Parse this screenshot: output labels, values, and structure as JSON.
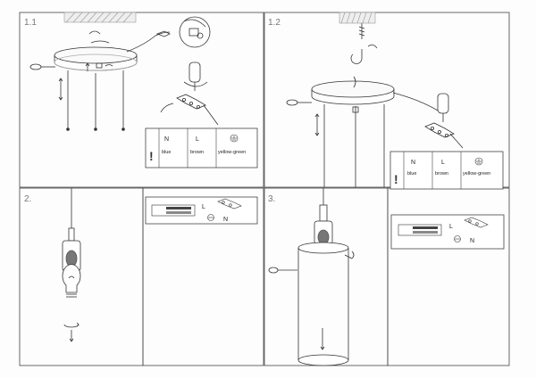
{
  "steps": {
    "s11": "1.1",
    "s12": "1.2",
    "s2": "2.",
    "s3": "3."
  },
  "wiring_table": {
    "neutral_letter": "N",
    "live_letter": "L",
    "neutral_color": "blue",
    "live_color": "brown",
    "earth_color": "yellow-green",
    "warning": "!"
  },
  "terminal": {
    "live": "L",
    "neutral": "N"
  },
  "colors": {
    "line": "#333333",
    "light_line": "#888888",
    "hatch": "#999999"
  },
  "icons": [
    "ceiling-plate-icon",
    "hook-icon",
    "bulb-icon",
    "lampshade-icon",
    "screwdriver-icon",
    "terminal-block-icon",
    "earth-symbol-icon",
    "rotate-arrow-icon"
  ]
}
